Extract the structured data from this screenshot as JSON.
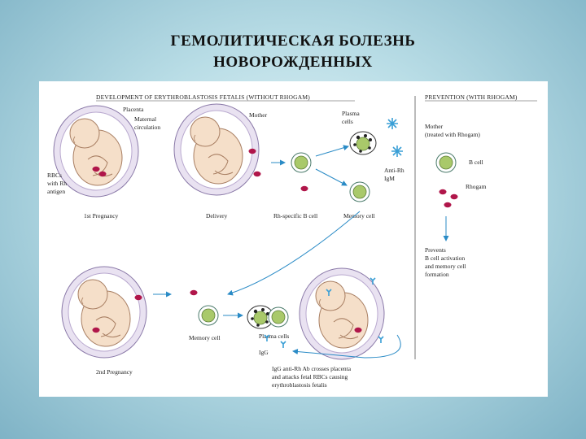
{
  "slide": {
    "title_line1": "ГЕМОЛИТИЧЕСКАЯ БОЛЕЗНЬ",
    "title_line2": "НОВОРОЖДЕННЫХ"
  },
  "diagram": {
    "header_left": "DEVELOPMENT OF ERYTHROBLASTOSIS FETALIS (WITHOUT RHOGAM)",
    "header_right": "PREVENTION (WITH RHOGAM)",
    "placenta": "Placenta",
    "maternal_1": "Maternal",
    "maternal_2": "circulation",
    "rbcs_1": "RBCs",
    "rbcs_2": "with Rh",
    "rbcs_3": "antigen",
    "first_pregnancy": "1st Pregnancy",
    "mother": "Mother",
    "delivery": "Delivery",
    "plasma_1": "Plasma",
    "plasma_2": "cells",
    "antirh_1": "Anti-Rh",
    "antirh_2": "IgM",
    "rh_b_cell": "Rh-specific B cell",
    "memory_cell_top": "Memory cell",
    "mother_rhogam_1": "Mother",
    "mother_rhogam_2": "(treated with Rhogam)",
    "b_cell": "B cell",
    "rhogam": "Rhogam",
    "prevents_1": "Prevents",
    "prevents_2": "B cell activation",
    "prevents_3": "and memory cell",
    "prevents_4": "formation",
    "second_pregnancy": "2nd Pregnancy",
    "memory_cell_bottom": "Memory cell",
    "plasma_cells_bottom": "Plasma cells",
    "igg": "IgG",
    "caption_1": "IgG anti-Rh Ab crosses placenta",
    "caption_2": "and attacks fetal RBCs causing",
    "caption_3": "erythroblastosis fetalis"
  },
  "colors": {
    "background_center": "#e8f6f8",
    "background_edge": "#7fb3c6",
    "rbc": "#b0164a",
    "cell_nucleus": "#a9c96a",
    "arrow": "#2a8bc6",
    "antibody": "#3a9fd6",
    "fetus_skin": "#f5dfc9",
    "uterus_wall": "#c9b7d6"
  }
}
